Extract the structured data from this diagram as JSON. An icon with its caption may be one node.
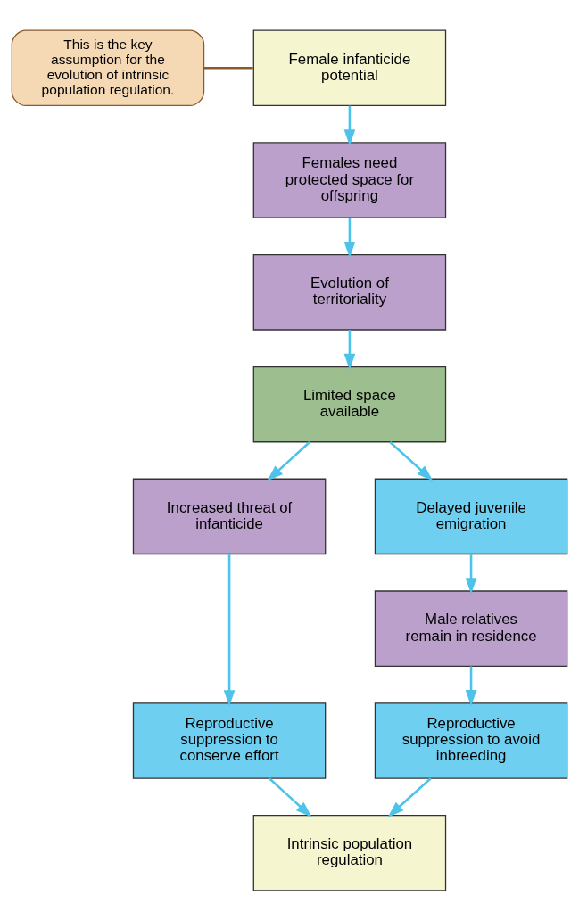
{
  "diagram": {
    "nodes": [
      {
        "text": [
          "Female infanticide potential"
        ]
      },
      {
        "text": [
          "This is the key assumption for the evolution of intrinsic population regulation."
        ]
      },
      {
        "text": [
          "Females need protected space for offspring"
        ]
      },
      {
        "text": [
          "Evolution of territoriality"
        ]
      },
      {
        "text": [
          "Limited space available"
        ]
      },
      {
        "text": [
          "Increased threat of infanticide"
        ]
      },
      {
        "text": [
          "Delayed juvenile emigration"
        ]
      },
      {
        "text": [
          "Reproductive suppression to conserve effort"
        ]
      },
      {
        "text": [
          "Male relatives remain in residence"
        ]
      },
      {
        "text": [
          "Reproductive suppression to avoid inbreeding"
        ]
      },
      {
        "text": [
          "Intrinsic population regulation"
        ]
      }
    ],
    "edges": [
      {
        "from": 1,
        "to": 0,
        "arrow": "none",
        "color": "#8a5a2b"
      },
      {
        "from": 0,
        "to": 2,
        "arrow": "to"
      },
      {
        "from": 2,
        "to": 3,
        "arrow": "to"
      },
      {
        "from": 3,
        "to": 4,
        "arrow": "to"
      },
      {
        "from": 4,
        "to": 5,
        "arrow": "to"
      },
      {
        "from": 4,
        "to": 6,
        "arrow": "to"
      },
      {
        "from": 5,
        "to": 7,
        "arrow": "to"
      },
      {
        "from": 6,
        "to": 8,
        "arrow": "to"
      },
      {
        "from": 8,
        "to": 9,
        "arrow": "to"
      },
      {
        "from": 7,
        "to": 10,
        "arrow": "to"
      },
      {
        "from": 9,
        "to": 10,
        "arrow": "to"
      }
    ]
  }
}
